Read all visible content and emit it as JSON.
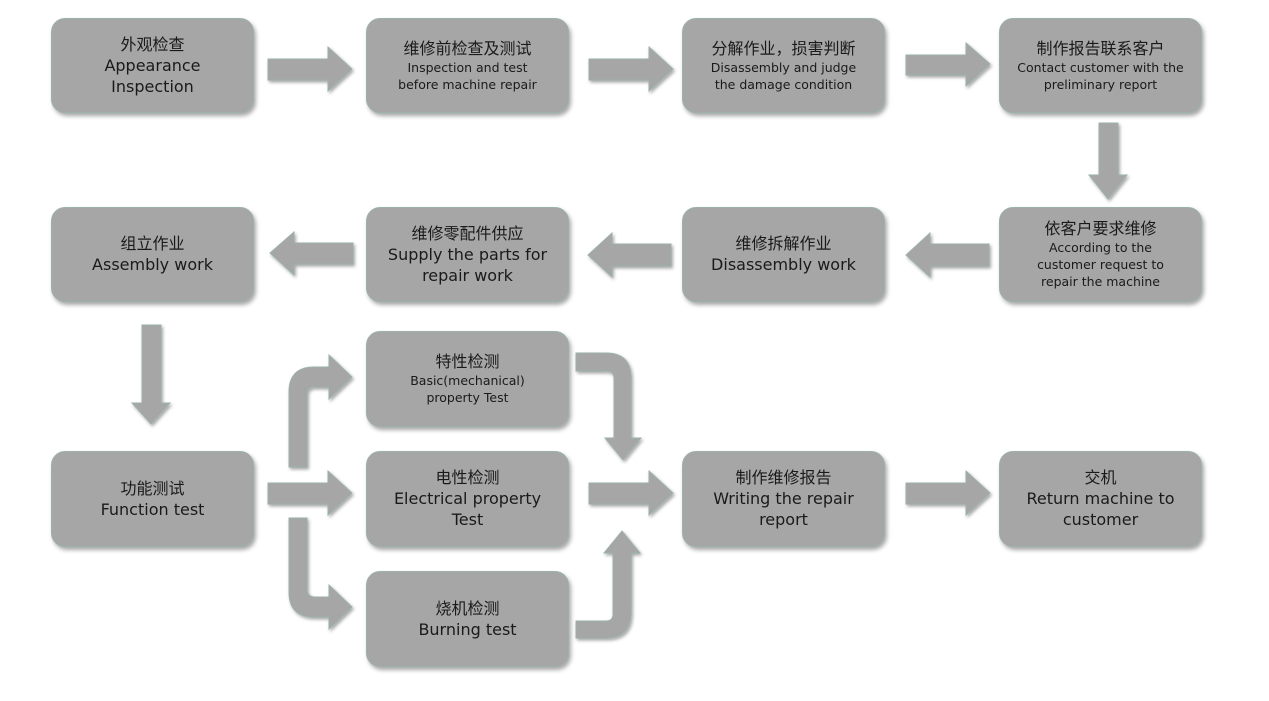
{
  "steps": [
    {
      "id": "appearance",
      "zh": "外观检查",
      "en": "Appearance Inspection"
    },
    {
      "id": "pre-test",
      "zh": "维修前检查及测试",
      "en": "Inspection and test before machine repair"
    },
    {
      "id": "disassembly-judge",
      "zh": "分解作业，损害判断",
      "en": "Disassembly and judge the damage condition"
    },
    {
      "id": "report-contact",
      "zh": "制作报告联系客户",
      "en": "Contact customer with the preliminary report"
    },
    {
      "id": "customer-request",
      "zh": "依客户要求维修",
      "en": "According to the customer request to repair the machine"
    },
    {
      "id": "disassembly-work",
      "zh": "维修拆解作业",
      "en": "Disassembly work"
    },
    {
      "id": "supply-parts",
      "zh": "维修零配件供应",
      "en": "Supply  the parts for repair work"
    },
    {
      "id": "assembly",
      "zh": "组立作业",
      "en": "Assembly work"
    },
    {
      "id": "function-test",
      "zh": "功能测试",
      "en": "Function test"
    },
    {
      "id": "basic-property",
      "zh": "特性检测",
      "en": "Basic(mechanical) property Test"
    },
    {
      "id": "electrical-property",
      "zh": "电性检测",
      "en": "Electrical property Test"
    },
    {
      "id": "burning-test",
      "zh": "烧机检测",
      "en": "Burning test"
    },
    {
      "id": "writing-report",
      "zh": "制作维修报告",
      "en": "Writing the repair report"
    },
    {
      "id": "return-machine",
      "zh": "交机",
      "en": "Return machine to customer"
    }
  ],
  "colors": {
    "box_fill": "#a6a6a6",
    "box_border": "#9cb1ac",
    "text": "#1a1a1a"
  }
}
